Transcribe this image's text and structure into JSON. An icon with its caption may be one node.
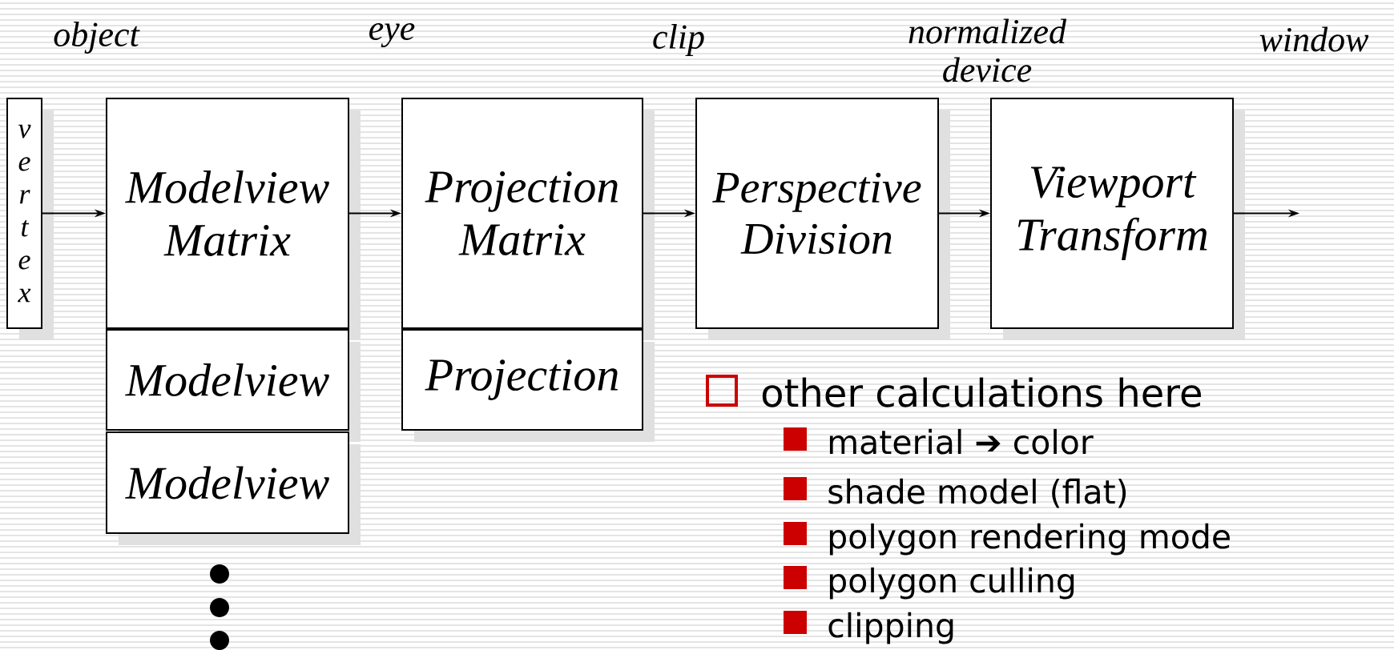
{
  "diagram": {
    "nodes": [
      {
        "text": [
          "vertex"
        ]
      },
      {
        "text": [
          "Modelview Matrix"
        ]
      },
      {
        "text": [
          "Modelview"
        ]
      },
      {
        "text": [
          "Modelview"
        ]
      },
      {
        "text": [
          "Projection Matrix"
        ]
      },
      {
        "text": [
          "Projection"
        ]
      },
      {
        "text": [
          "Perspective Division"
        ]
      },
      {
        "text": [
          "Viewport Transform"
        ]
      }
    ],
    "edges": [
      {
        "from": 0,
        "to": 1,
        "arrow": "to"
      },
      {
        "from": 1,
        "to": 4,
        "arrow": "to"
      },
      {
        "from": 4,
        "to": 6,
        "arrow": "to"
      },
      {
        "from": 6,
        "to": 7,
        "arrow": "to"
      },
      {
        "from": 7,
        "to": null,
        "arrow": "to"
      }
    ],
    "labels": [
      "object",
      "eye",
      "clip",
      "normalized device",
      "window",
      "other calculations here",
      "material ➔ color",
      "shade model (flat)",
      "polygon rendering mode",
      "polygon culling",
      "clipping"
    ]
  }
}
